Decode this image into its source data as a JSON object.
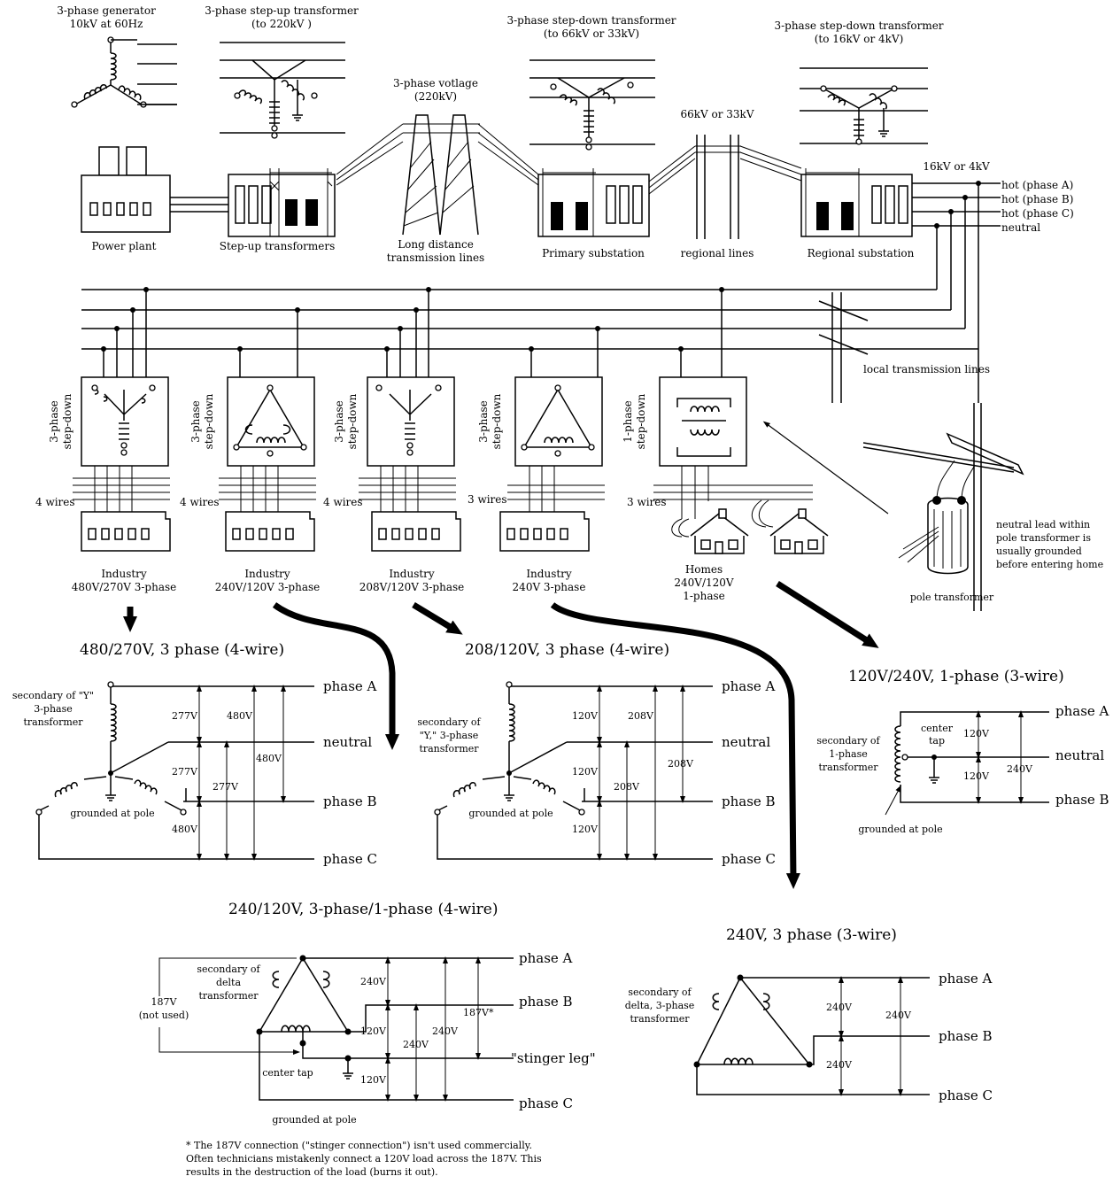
{
  "top": {
    "generator": {
      "line1": "3-phase generator",
      "line2": "10kV at 60Hz"
    },
    "stepup_tf": {
      "line1": "3-phase step-up transformer",
      "line2": "(to 220kV )"
    },
    "voltage": {
      "line1": "3-phase votlage",
      "line2": "(220kV)"
    },
    "stepdown1": {
      "line1": "3-phase step-down transformer",
      "line2": "(to 66kV or 33kV)"
    },
    "stepdown2": {
      "line1": "3-phase step-down transformer",
      "line2": "(to 16kV or 4kV)"
    },
    "regional_voltage": "66kV or 33kV",
    "local_voltage": "16kV or 4kV",
    "power_plant": "Power plant",
    "stepup_transformers": "Step-up transformers",
    "long_distance": {
      "line1": "Long distance",
      "line2": "transmission lines"
    },
    "primary_substation": "Primary substation",
    "regional_lines": "regional lines",
    "regional_substation": "Regional substation",
    "hot_a": "hot (phase A)",
    "hot_b": "hot (phase B)",
    "hot_c": "hot (phase C)",
    "neutral": "neutral"
  },
  "middle": {
    "local_lines": "local transmission lines",
    "stepdown_3ph": {
      "line1": "3-phase",
      "line2": "step-down"
    },
    "stepdown_1ph": {
      "line1": "1-phase",
      "line2": "step-down"
    },
    "wires4": "4 wires",
    "wires3": "3 wires",
    "industry": "Industry",
    "ind1": "480V/270V 3-phase",
    "ind2": "240V/120V 3-phase",
    "ind3": "208V/120V 3-phase",
    "ind4": "240V 3-phase",
    "homes": {
      "line1": "Homes",
      "line2": "240V/120V",
      "line3": "1-phase"
    },
    "pole_note": {
      "line1": "neutral lead within",
      "line2": "pole transformer is",
      "line3": "usually grounded",
      "line4": "before entering home"
    },
    "pole_transformer": "pole transformer"
  },
  "d480": {
    "title": "480/270V, 3 phase (4-wire)",
    "secondary": {
      "line1": "secondary of \"Y\"",
      "line2": "3-phase",
      "line3": "transformer"
    },
    "v277": "277V",
    "v480": "480V",
    "grounded": "grounded at pole"
  },
  "d208": {
    "title": "208/120V, 3 phase (4-wire)",
    "secondary": {
      "line1": "secondary of",
      "line2": "\"Y,\" 3-phase",
      "line3": "transformer"
    },
    "v120": "120V",
    "v208": "208V",
    "grounded": "grounded at pole"
  },
  "d120": {
    "title": "120V/240V, 1-phase (3-wire)",
    "secondary": {
      "line1": "secondary of",
      "line2": "1-phase",
      "line3": "transformer"
    },
    "center_tap": {
      "line1": "center",
      "line2": "tap"
    },
    "v120": "120V",
    "v240": "240V",
    "grounded": "grounded at pole"
  },
  "d240d": {
    "title": "240/120V, 3-phase/1-phase (4-wire)",
    "secondary": {
      "line1": "secondary of",
      "line2": "delta",
      "line3": "transformer"
    },
    "v187": {
      "line1": "187V",
      "line2": "(not used)"
    },
    "v240": "240V",
    "v120": "120V",
    "v187s": "187V*",
    "stinger": "\"stinger leg\"",
    "center_tap": "center tap",
    "grounded": "grounded at pole"
  },
  "d240": {
    "title": "240V, 3 phase (3-wire)",
    "secondary": {
      "line1": "secondary of",
      "line2": "delta, 3-phase",
      "line3": "transformer"
    },
    "v240": "240V"
  },
  "phases": {
    "a": "phase A",
    "b": "phase B",
    "c": "phase C",
    "neutral": "neutral"
  },
  "footnote": {
    "line1": "* The 187V connection (\"stinger connection\") isn't used commercially.",
    "line2": "Often technicians mistakenly connect a 120V load across the 187V.  This",
    "line3": "results in the destruction of the load (burns it out)."
  }
}
